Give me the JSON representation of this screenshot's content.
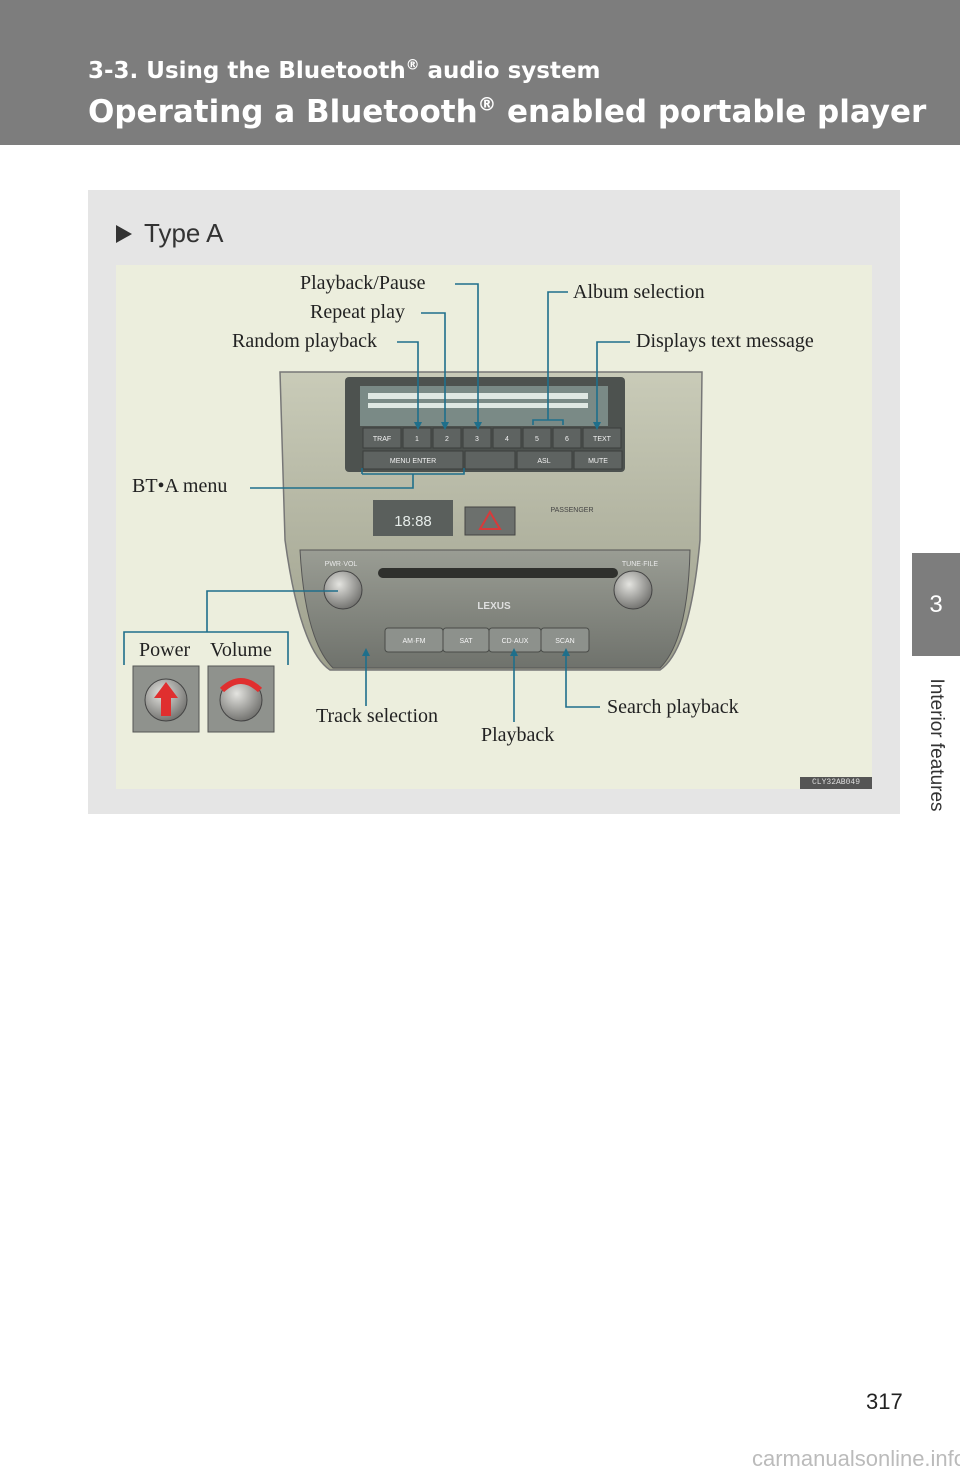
{
  "header": {
    "section": "3-3. Using the Bluetooth",
    "section_reg": "®",
    "section_tail": " audio system",
    "title": "Operating a Bluetooth",
    "title_reg": "®",
    "title_tail": " enabled portable player"
  },
  "side_tab": {
    "number": "3",
    "label": "Interior features"
  },
  "figure": {
    "type_label": "Type A",
    "callouts": {
      "playback_pause": "Playback/Pause",
      "repeat_play": "Repeat play",
      "random_playback": "Random playback",
      "album_selection": "Album selection",
      "displays_text_message": "Displays text message",
      "bt_a_menu": "BT•A menu",
      "power": "Power",
      "volume": "Volume",
      "track_selection": "Track selection",
      "playback": "Playback",
      "search_playback": "Search playback"
    },
    "panel_buttons": {
      "row1": [
        "TRAF",
        "1",
        "2",
        "3",
        "4",
        "5",
        "6",
        "TEXT"
      ],
      "row2": [
        "MENU ENTER",
        "ASL",
        "MUTE"
      ],
      "row3": [
        "AM·FM",
        "SAT",
        "CD·AUX",
        "SCAN"
      ],
      "knob_left": "PWR·VOL",
      "knob_right": "TUNE·FILE",
      "clock": "18:88",
      "passenger": "PASSENGER",
      "brand": "LEXUS"
    },
    "panel_code": "CLY32AB049"
  },
  "page_number": "317",
  "watermark": "carmanualsonline.info"
}
